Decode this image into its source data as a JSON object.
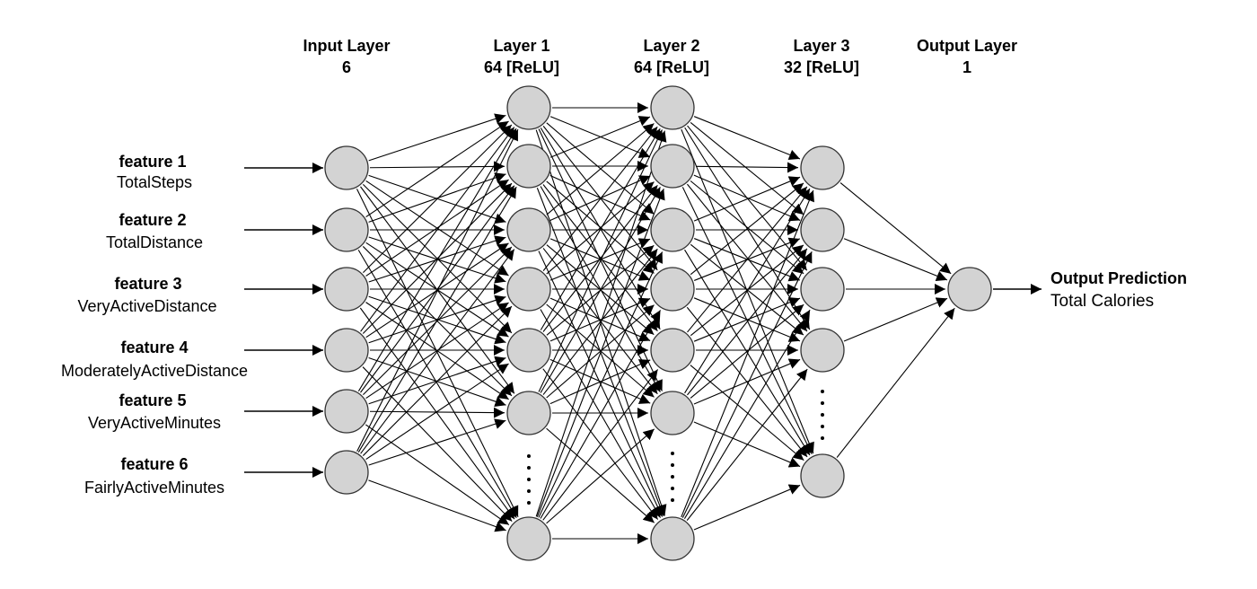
{
  "layers": [
    {
      "title": "Input Layer",
      "subtitle": "6"
    },
    {
      "title": "Layer 1",
      "subtitle": "64 [ReLU]"
    },
    {
      "title": "Layer 2",
      "subtitle": "64 [ReLU]"
    },
    {
      "title": "Layer 3",
      "subtitle": "32 [ReLU]"
    },
    {
      "title": "Output Layer",
      "subtitle": "1"
    }
  ],
  "features": [
    {
      "title": "feature 1",
      "name": "TotalSteps"
    },
    {
      "title": "feature 2",
      "name": "TotalDistance"
    },
    {
      "title": "feature 3",
      "name": "VeryActiveDistance"
    },
    {
      "title": "feature 4",
      "name": "ModeratelyActiveDistance"
    },
    {
      "title": "feature 5",
      "name": "VeryActiveMinutes"
    },
    {
      "title": "feature 6",
      "name": "FairlyActiveMinutes"
    }
  ],
  "output": {
    "title": "Output Prediction",
    "name": "Total Calories"
  },
  "colors": {
    "node_fill": "#d3d3d3",
    "node_stroke": "#333333",
    "line": "#000000"
  }
}
